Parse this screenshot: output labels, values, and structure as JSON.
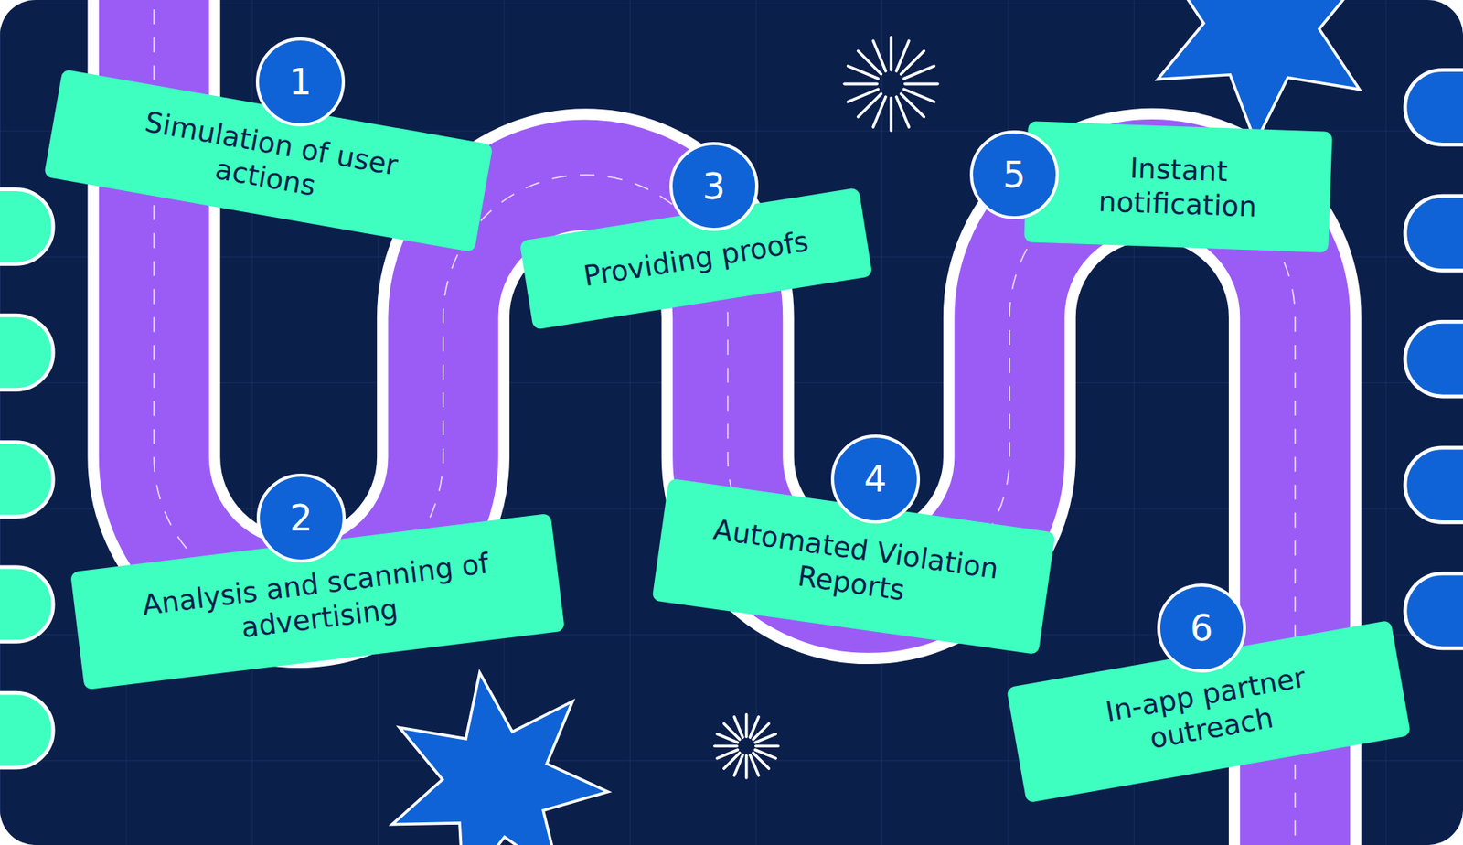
{
  "diagram": {
    "nodes": [
      {
        "text": [
          "Simulation of user actions"
        ]
      },
      {
        "text": [
          "Analysis and scanning of advertising"
        ]
      },
      {
        "text": [
          "Providing proofs"
        ]
      },
      {
        "text": [
          "Automated Violation Reports"
        ]
      },
      {
        "text": [
          "Instant notification"
        ]
      },
      {
        "text": [
          "In-app partner outreach"
        ]
      }
    ],
    "labels": [
      "1",
      "2",
      "3",
      "4",
      "5",
      "6"
    ]
  }
}
